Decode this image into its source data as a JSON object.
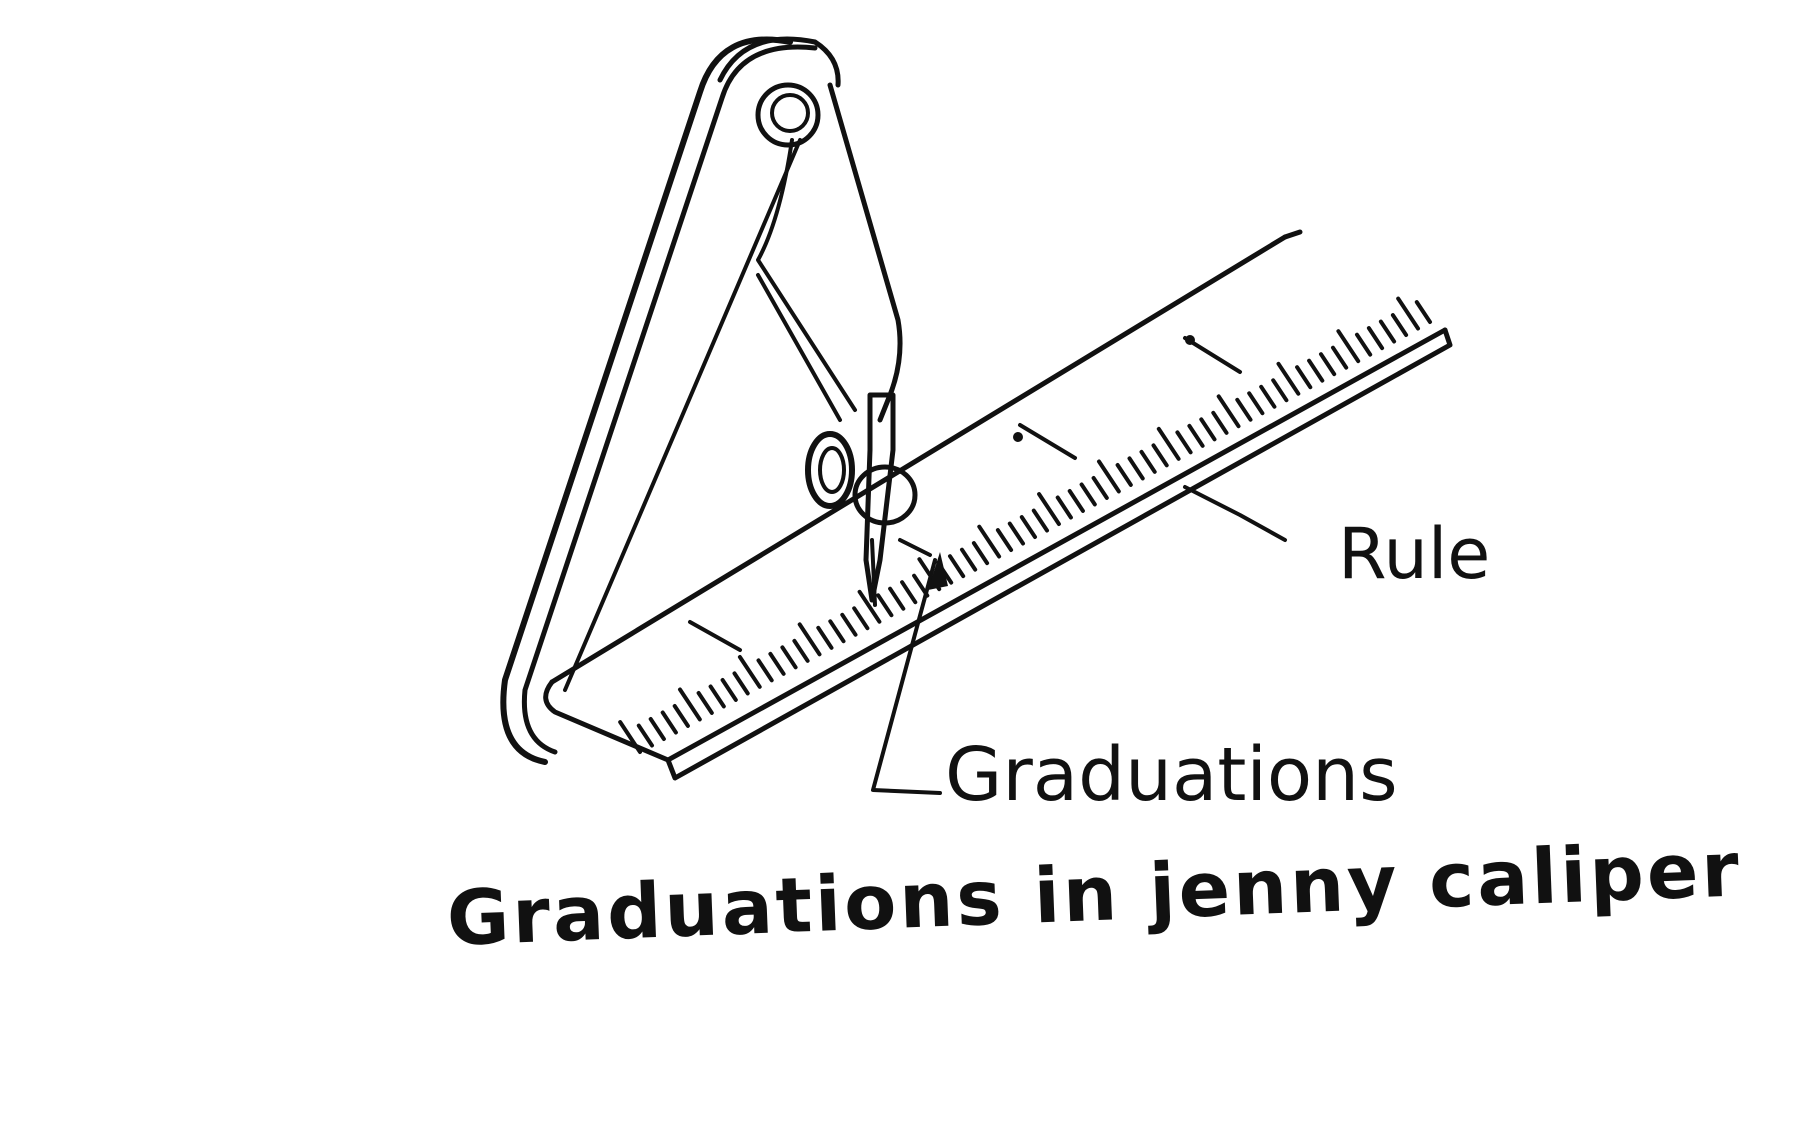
{
  "labels": {
    "rule": "Rule",
    "graduations": "Graduations"
  },
  "caption": "Graduations in jenny caliper",
  "colors": {
    "ink": "#111111",
    "background": "#ffffff"
  }
}
